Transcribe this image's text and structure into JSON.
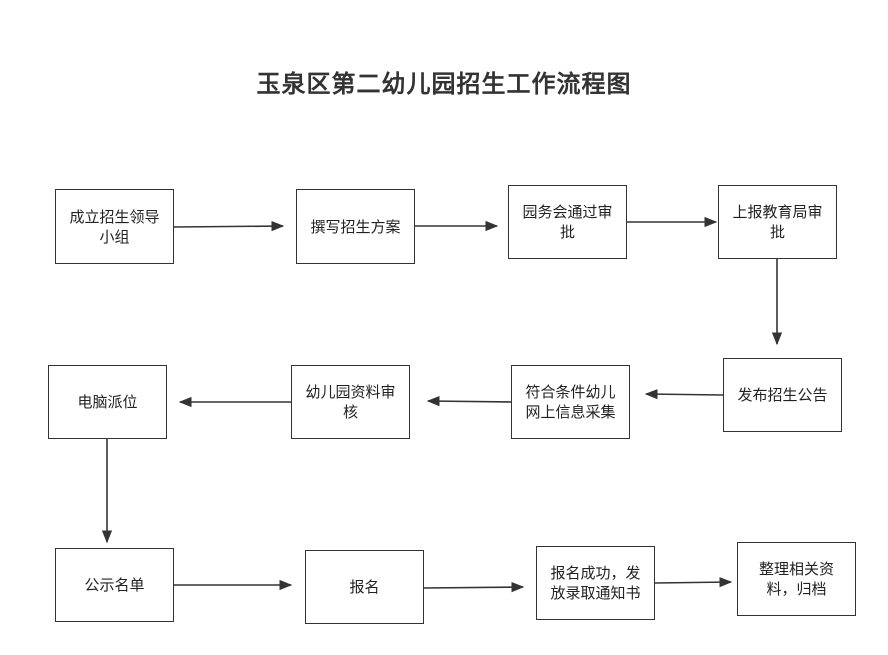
{
  "title": "玉泉区第二幼儿园招生工作流程图",
  "steps": [
    "成立招生领导小组",
    "撰写招生方案",
    "园务会通过审批",
    "上报教育局审批",
    "发布招生公告",
    "符合条件幼儿网上信息采集",
    "幼儿园资料审核",
    "电脑派位",
    "公示名单",
    "报名",
    "报名成功，发放录取通知书",
    "整理相关资料，归档"
  ]
}
